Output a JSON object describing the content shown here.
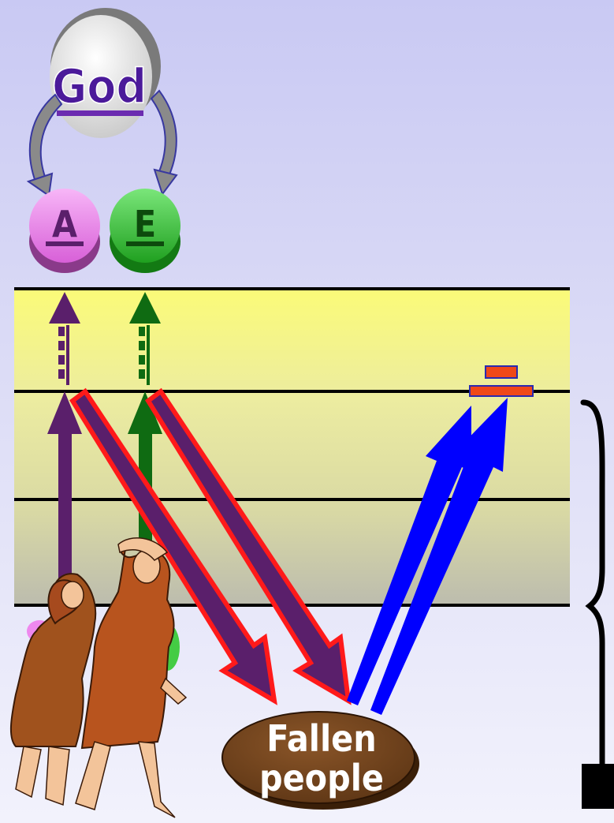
{
  "god": {
    "label": "God"
  },
  "adam": {
    "label": "A",
    "color": "#ee88ee"
  },
  "eve": {
    "label": "E",
    "color": "#33cc33"
  },
  "fallen": {
    "line1": "Fallen",
    "line2": "people",
    "color": "#6b3e1a"
  },
  "colors": {
    "band_top": "#fbfb78",
    "band_bottom": "#bcbcae",
    "adam_arrow": "#5a1f6b",
    "eve_arrow": "#0f6b12",
    "fall_arrow": "#ff1a1a",
    "restore_arrow": "#0000ff",
    "marker": "#f04818"
  }
}
